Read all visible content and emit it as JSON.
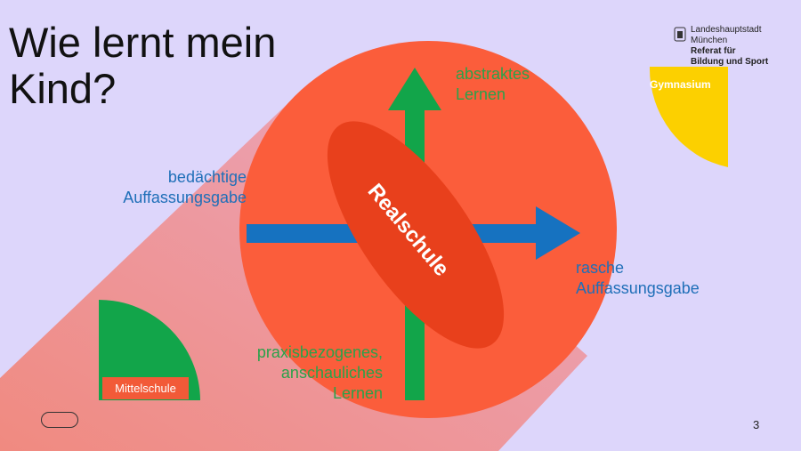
{
  "title_line1": "Wie lernt mein",
  "title_line2": "Kind?",
  "logo": {
    "line1": "Landeshauptstadt",
    "line2": "München",
    "line3": "Referat für",
    "line4": "Bildung und Sport"
  },
  "labels": {
    "abstract": [
      "abstraktes",
      "Lernen"
    ],
    "slow": [
      "bedächtige",
      "Auffassungsgabe"
    ],
    "fast": [
      "rasche",
      "Auffassungsgabe"
    ],
    "practical": [
      "praxisbezogenes,",
      "anschauliches",
      "Lernen"
    ]
  },
  "schools": {
    "gymnasium": "Gymnasium",
    "realschule": "Realschule",
    "mittelschule": "Mittelschule"
  },
  "page_number": "3",
  "colors": {
    "bg": "#ddd6fb",
    "orange": "#f25a38",
    "green": "#12a54a",
    "blue": "#1f6fb8",
    "yellow": "#fcd000"
  }
}
